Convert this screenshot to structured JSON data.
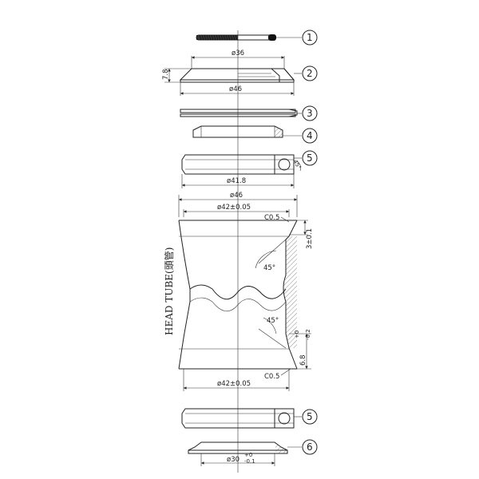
{
  "parts": [
    {
      "number": "1"
    },
    {
      "number": "2"
    },
    {
      "number": "3"
    },
    {
      "number": "4"
    },
    {
      "number": "5"
    },
    {
      "number": "5"
    },
    {
      "number": "6"
    }
  ],
  "dimensions": {
    "top_cap_top_dia": "ø36",
    "top_cap_height": "7.8",
    "top_cap_bottom_dia": "ø46",
    "bearing_dia": "ø41.8",
    "bearing_angle": "45°",
    "head_tube_outer_dia": "ø46",
    "head_tube_inner_dia_top": "ø42±0.05",
    "chamfer_top": "C0.5",
    "depth_top": "3±0.1",
    "angle_top": "45°",
    "angle_bottom": "45°",
    "depth_bottom": "6.8",
    "depth_bottom_tol_upper": "+0",
    "depth_bottom_tol_lower": "-0.2",
    "chamfer_bottom": "C0.5",
    "head_tube_inner_dia_bottom": "ø42±0.05",
    "crown_race_dia": "ø30",
    "crown_race_tol_upper": "+0",
    "crown_race_tol_lower": "-0.1"
  },
  "head_tube_label": "HEAD TUBE(頭管)"
}
